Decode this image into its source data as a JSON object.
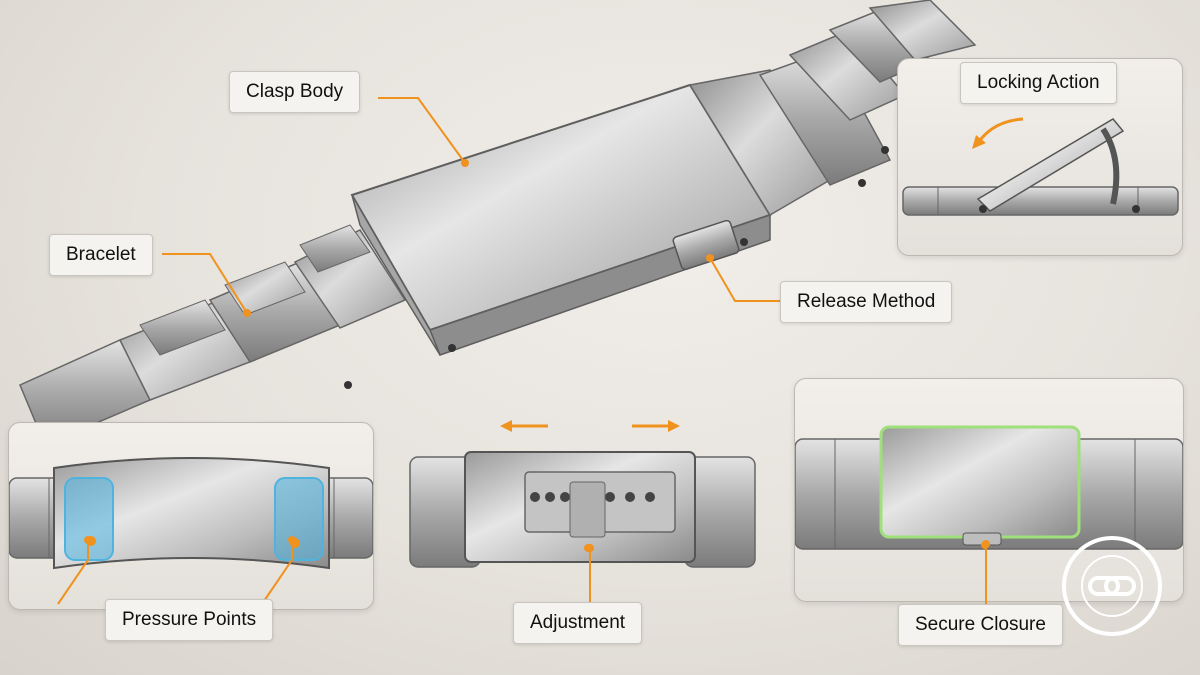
{
  "labels": {
    "clasp_body": "Clasp Body",
    "bracelet": "Bracelet",
    "release_method": "Release Method",
    "locking_action": "Locking Action",
    "pressure_points": "Pressure Points",
    "adjustment": "Adjustment",
    "secure_closure": "Secure Closure"
  },
  "colors": {
    "accent": "#f0921e",
    "pressure_highlight": "#4fb3e0",
    "closure_highlight": "#9ee07a",
    "steel_light": "#d9d9d9",
    "steel_dark": "#6e6e6e"
  },
  "icons": {
    "logo": "chain-link-logo-icon",
    "adjust_left": "arrow-left-icon",
    "adjust_right": "arrow-right-icon",
    "locking_arrow": "curved-arrow-icon"
  }
}
